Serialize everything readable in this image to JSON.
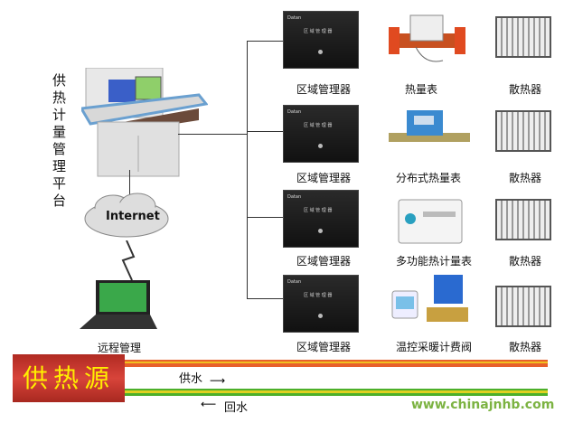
{
  "platform": {
    "title": "供热计量管理平台",
    "chars": [
      "供",
      "热",
      "计",
      "量",
      "管",
      "理",
      "平",
      "台"
    ]
  },
  "internet": "Internet",
  "remote": "远程管理",
  "rows": [
    {
      "manager": "区域管理器",
      "device": "热量表",
      "radiator": "散热器"
    },
    {
      "manager": "区域管理器",
      "device": "分布式热量表",
      "radiator": "散热器"
    },
    {
      "manager": "区域管理器",
      "device": "多功能热计量表",
      "radiator": "散热器"
    },
    {
      "manager": "区域管理器",
      "device": "温控采暖计费阀",
      "radiator": "散热器"
    }
  ],
  "source": "供热源",
  "supply": "供水",
  "return": "回水",
  "website": "www.chinajnhb.com",
  "colors": {
    "source_bg": "#c0302a",
    "source_text": "#ffee00",
    "supply": "#e8602a",
    "return": "#4caf2a",
    "website": "#7cb342"
  }
}
